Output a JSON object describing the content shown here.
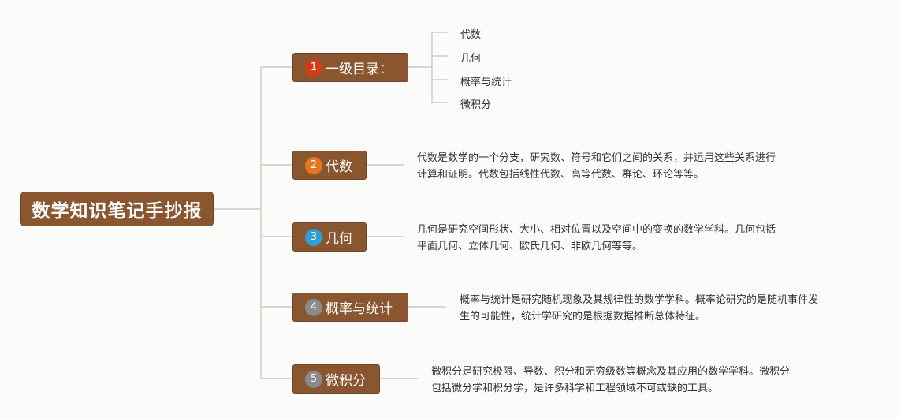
{
  "root": {
    "title": "数学知识笔记手抄报"
  },
  "colors": {
    "node_fill": "#8a5630",
    "connector": "#d1c8c1",
    "badge_1": "#d63b16",
    "badge_2": "#e8741f",
    "badge_3": "#2f9fd3",
    "badge_4": "#8a8a8a",
    "badge_5": "#8a8a8a"
  },
  "branches": [
    {
      "number": "1",
      "label": "一级目录：",
      "children": [
        "代数",
        "几何",
        "概率与统计",
        "微积分"
      ]
    },
    {
      "number": "2",
      "label": "代数",
      "description": [
        "代数是数学的一个分支，研究数、符号和它们之间的关系，并运用这些关系进行",
        "计算和证明。代数包括线性代数、高等代数、群论、环论等等。"
      ]
    },
    {
      "number": "3",
      "label": "几何",
      "description": [
        "几何是研究空间形状、大小、相对位置以及空间中的变换的数学学科。几何包括",
        "平面几何、立体几何、欧氏几何、非欧几何等等。"
      ]
    },
    {
      "number": "4",
      "label": "概率与统计",
      "description": [
        "概率与统计是研究随机现象及其规律性的数学学科。概率论研究的是随机事件发",
        "生的可能性，统计学研究的是根据数据推断总体特征。"
      ]
    },
    {
      "number": "5",
      "label": "微积分",
      "description": [
        "微积分是研究极限、导数、积分和无穷级数等概念及其应用的数学学科。微积分",
        "包括微分学和积分学，是许多科学和工程领域不可或缺的工具。"
      ]
    }
  ]
}
